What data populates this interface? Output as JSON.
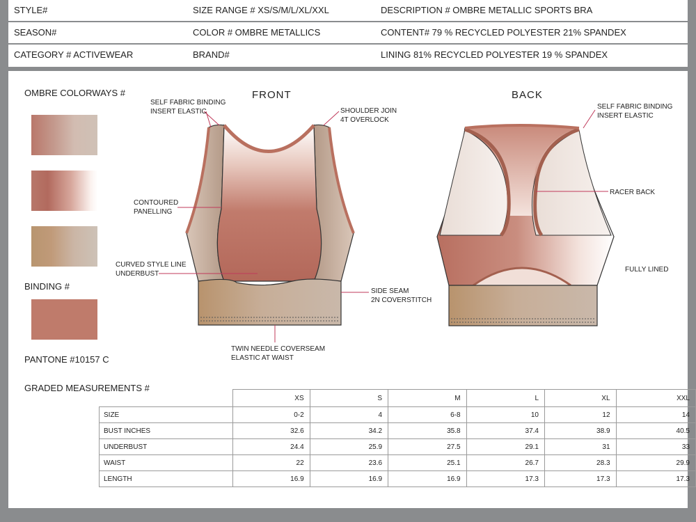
{
  "header": {
    "style_label": "STYLE#",
    "size_range": "SIZE RANGE # XS/S/M/L/XL/XXL",
    "description": "DESCRIPTION # OMBRE METALLIC SPORTS BRA",
    "season_label": "SEASON#",
    "color": "COLOR # OMBRE METALLICS",
    "content": "CONTENT# 79 % RECYCLED POLYESTER 21% SPANDEX",
    "category": "CATEGORY # ACTIVEWEAR",
    "brand_label": "BRAND#",
    "lining": "LINING 81% RECYCLED POLYESTER 19 % SPANDEX"
  },
  "sidebar": {
    "colorways_label": "OMBRE COLORWAYS #",
    "binding_label": "BINDING #",
    "pantone": "PANTONE #10157 C"
  },
  "views": {
    "front_title": "FRONT",
    "back_title": "BACK"
  },
  "callouts": {
    "front_binding": [
      "SELF FABRIC BINDING",
      "INSERT ELASTIC"
    ],
    "shoulder": [
      "SHOULDER JOIN",
      "4T OVERLOCK"
    ],
    "panelling": [
      "CONTOURED",
      "PANELLING"
    ],
    "curved": [
      "CURVED STYLE LINE",
      "UNDERBUST"
    ],
    "side_seam": [
      "SIDE SEAM",
      "2N COVERSTITCH"
    ],
    "twin_needle": [
      "TWIN NEEDLE COVERSEAM",
      "ELASTIC AT WAIST"
    ],
    "back_binding": [
      "SELF FABRIC BINDING",
      "INSERT ELASTIC"
    ],
    "racer_back": "RACER BACK",
    "fully_lined": "FULLY LINED"
  },
  "colors": {
    "frame": "#8a8c8e",
    "binding": "#bf7b6b",
    "callout_line": "#c0395a"
  },
  "measurements": {
    "title": "GRADED MEASUREMENTS #",
    "sizes": [
      "XS",
      "S",
      "M",
      "L",
      "XL",
      "XXL"
    ],
    "rows": [
      {
        "label": "SIZE",
        "values": [
          "0-2",
          "4",
          "6-8",
          "10",
          "12",
          "14"
        ]
      },
      {
        "label": "BUST INCHES",
        "values": [
          "32.6",
          "34.2",
          "35.8",
          "37.4",
          "38.9",
          "40.5"
        ]
      },
      {
        "label": "UNDERBUST",
        "values": [
          "24.4",
          "25.9",
          "27.5",
          "29.1",
          "31",
          "33"
        ]
      },
      {
        "label": "WAIST",
        "values": [
          "22",
          "23.6",
          "25.1",
          "26.7",
          "28.3",
          "29.9"
        ]
      },
      {
        "label": "LENGTH",
        "values": [
          "16.9",
          "16.9",
          "16.9",
          "17.3",
          "17.3",
          "17.3"
        ]
      }
    ]
  }
}
